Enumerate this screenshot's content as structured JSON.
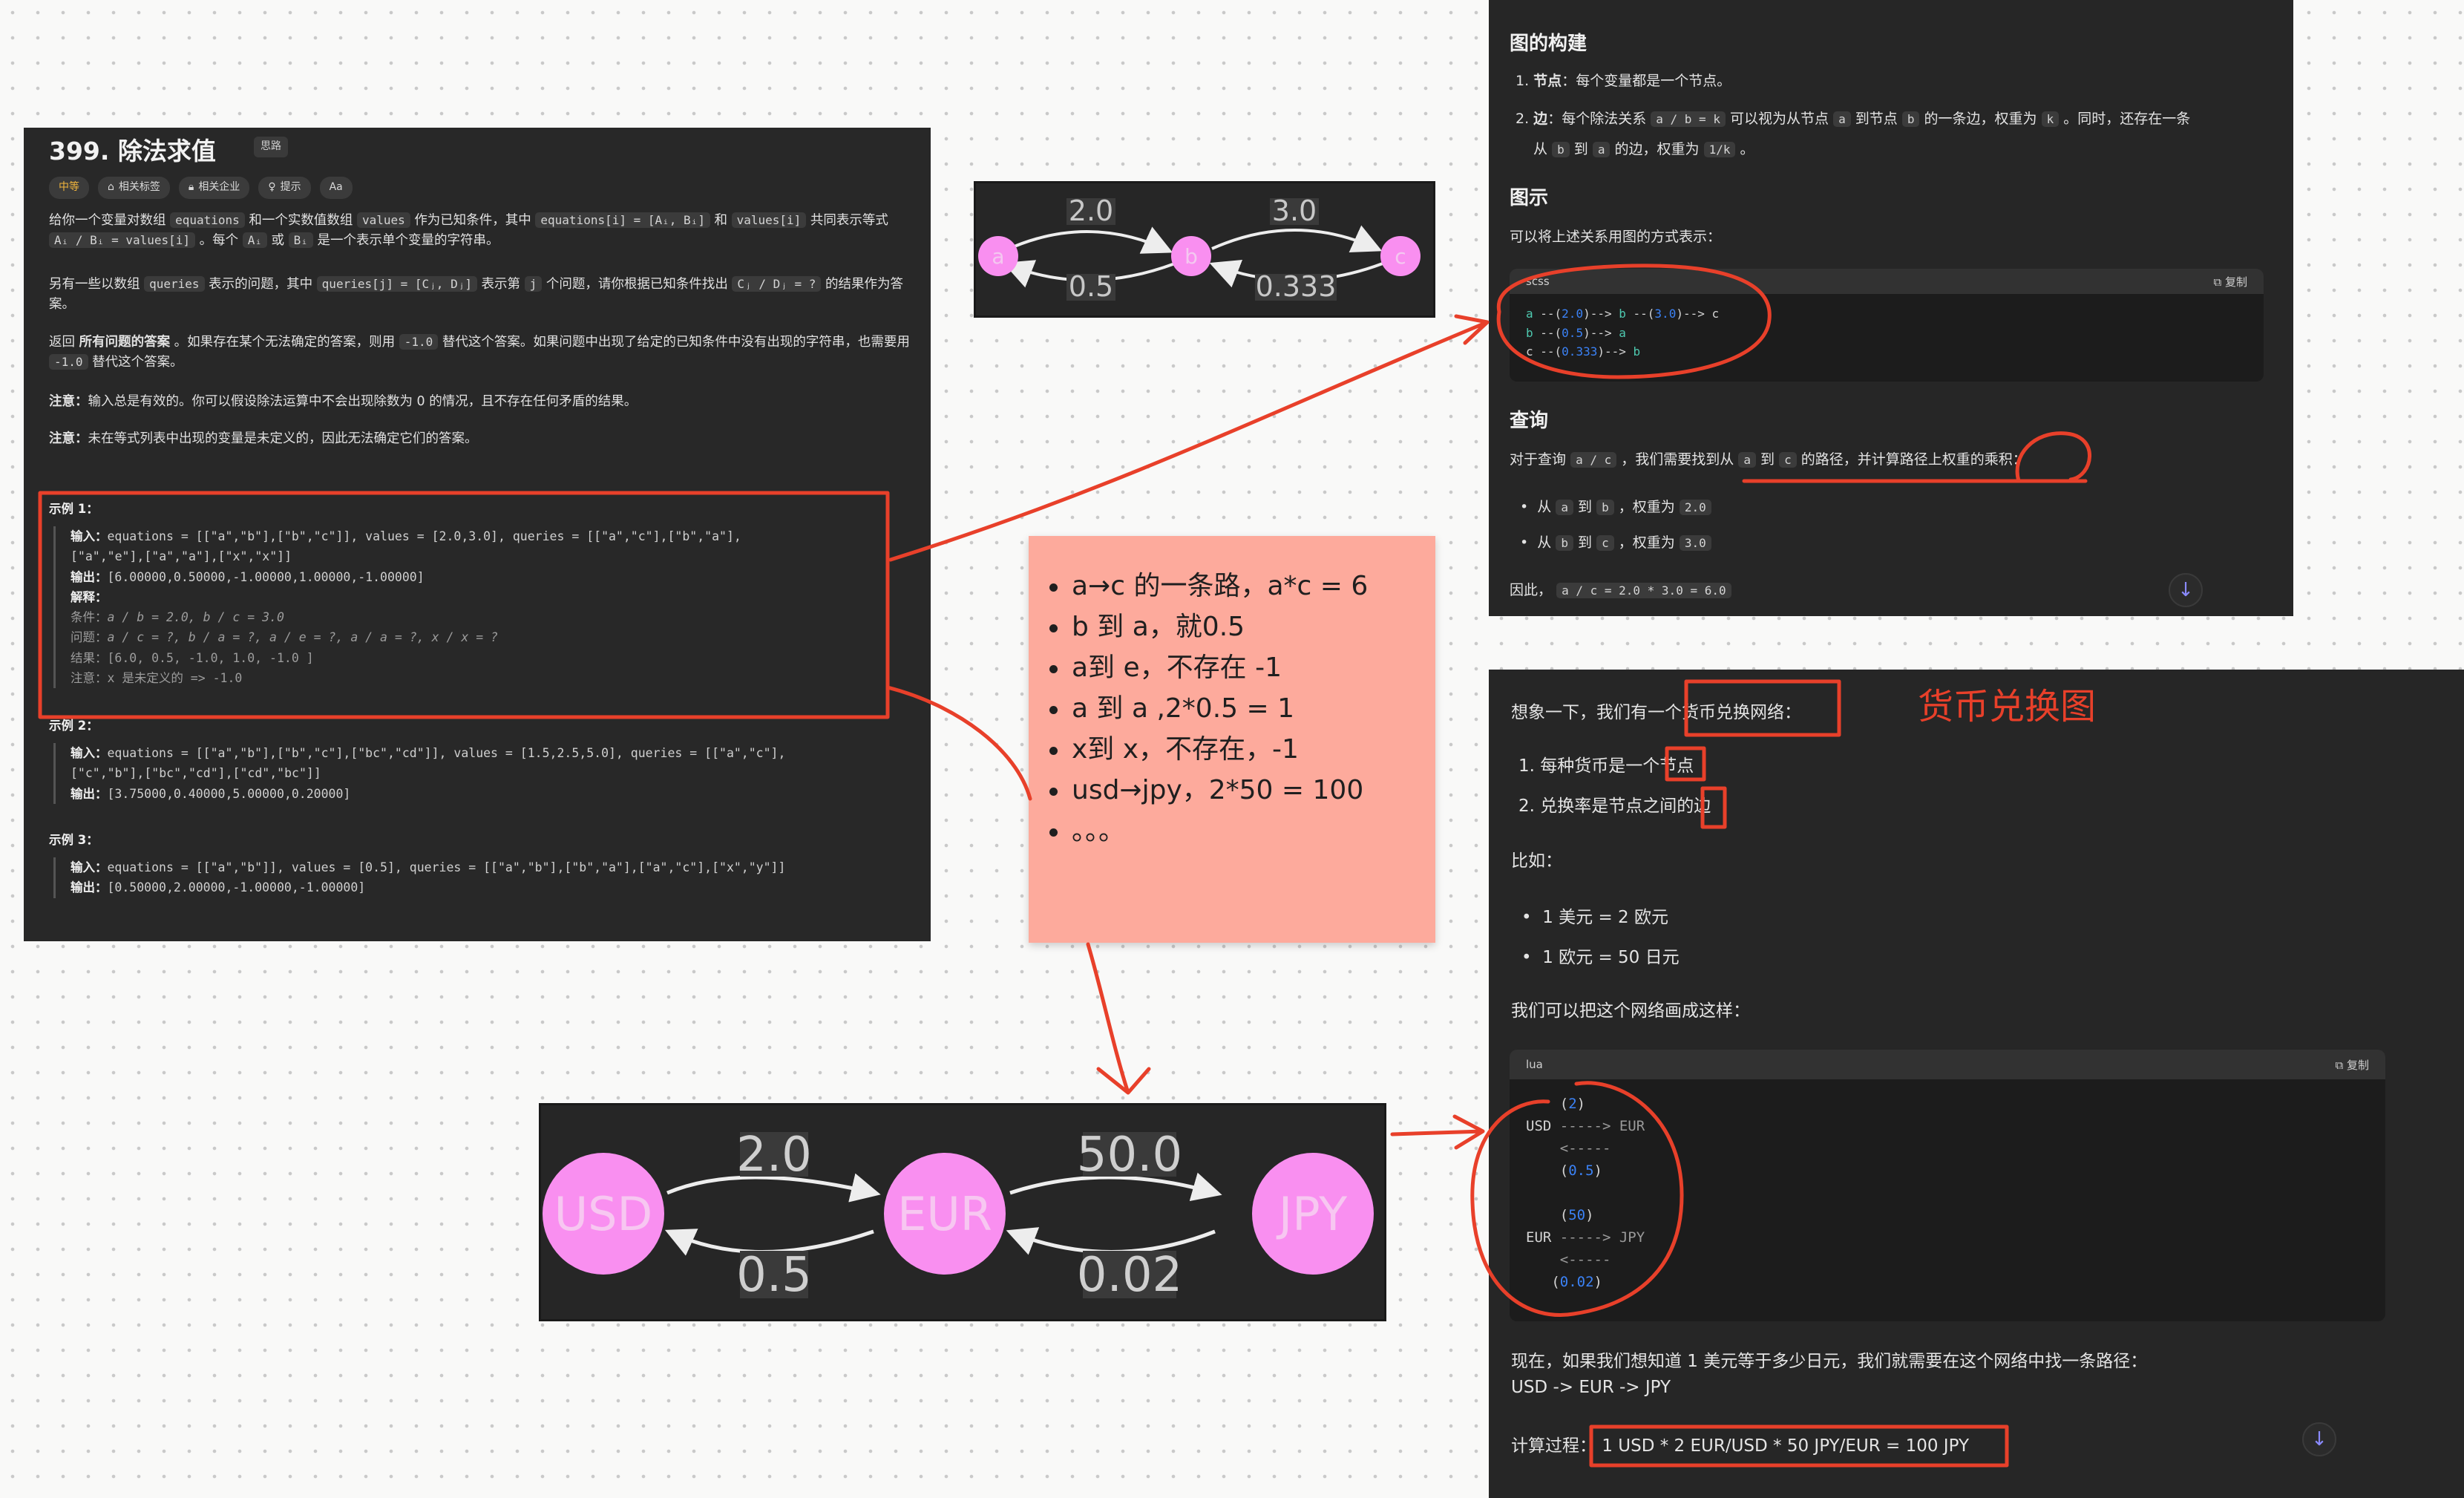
{
  "leetcode": {
    "title": "399. 除法求值",
    "title_tag": "思路",
    "chips": {
      "difficulty": "中等",
      "tags": "相关标签",
      "companies": "相关企业",
      "hint": "提示",
      "font": "Aa"
    },
    "desc1_a": "给你一个变量对数组",
    "desc1_code1": "equations",
    "desc1_b": "和一个实数值数组",
    "desc1_code2": "values",
    "desc1_c": "作为已知条件，其中",
    "desc1_code3": "equations[i] = [Aᵢ, Bᵢ]",
    "desc1_d": "和",
    "desc1_code4": "values[i]",
    "desc1_e": "共同表示等式",
    "desc1_code5": "Aᵢ / Bᵢ = values[i]",
    "desc1_f": "。每个",
    "desc1_code6": "Aᵢ",
    "desc1_g": "或",
    "desc1_code7": "Bᵢ",
    "desc1_h": "是一个表示单个变量的字符串。",
    "desc2_a": "另有一些以数组",
    "desc2_code1": "queries",
    "desc2_b": "表示的问题，其中",
    "desc2_code2": "queries[j] = [Cⱼ, Dⱼ]",
    "desc2_c": "表示第",
    "desc2_code3": "j",
    "desc2_d": "个问题，请你根据已知条件找出",
    "desc2_code4": "Cⱼ / Dⱼ = ?",
    "desc2_e": "的结果作为答案。",
    "desc3_a": "返回",
    "desc3_b": "所有问题的答案",
    "desc3_c": "。如果存在某个无法确定的答案，则用",
    "desc3_code1": "-1.0",
    "desc3_d": "替代这个答案。如果问题中出现了给定的已知条件中没有出现的字符串，也需要用",
    "desc3_code2": "-1.0",
    "desc3_e": "替代这个答案。",
    "note1_k": "注意：",
    "note1_v": "输入总是有效的。你可以假设除法运算中不会出现除数为 0 的情况，且不存在任何矛盾的结果。",
    "note2_k": "注意：",
    "note2_v": "未在等式列表中出现的变量是未定义的，因此无法确定它们的答案。",
    "ex1": {
      "h": "示例 1：",
      "in_k": "输入：",
      "in_v": "equations = [[\"a\",\"b\"],[\"b\",\"c\"]], values = [2.0,3.0], queries = [[\"a\",\"c\"],[\"b\",\"a\"],",
      "in_v2": "[\"a\",\"e\"],[\"a\",\"a\"],[\"x\",\"x\"]]",
      "out_k": "输出：",
      "out_v": "[6.00000,0.50000,-1.00000,1.00000,-1.00000]",
      "exp_k": "解释：",
      "c_k": "条件：",
      "c_v": "a / b = 2.0, b / c = 3.0",
      "q_k": "问题：",
      "q_v": "a / c = ?, b / a = ?, a / e = ?, a / a = ?, x / x = ?",
      "r_k": "结果：",
      "r_v": "[6.0, 0.5, -1.0, 1.0, -1.0 ]",
      "n_k": "注意：",
      "n_v": "x 是未定义的 => -1.0"
    },
    "ex2": {
      "h": "示例 2：",
      "in_k": "输入：",
      "in_v": "equations = [[\"a\",\"b\"],[\"b\",\"c\"],[\"bc\",\"cd\"]], values = [1.5,2.5,5.0], queries = [[\"a\",\"c\"],",
      "in_v2": "[\"c\",\"b\"],[\"bc\",\"cd\"],[\"cd\",\"bc\"]]",
      "out_k": "输出：",
      "out_v": "[3.75000,0.40000,5.00000,0.20000]"
    },
    "ex3": {
      "h": "示例 3：",
      "in_k": "输入：",
      "in_v": "equations = [[\"a\",\"b\"]], values = [0.5], queries = [[\"a\",\"b\"],[\"b\",\"a\"],[\"a\",\"c\"],[\"x\",\"y\"]]",
      "out_k": "输出：",
      "out_v": "[0.50000,2.00000,-1.00000,-1.00000]"
    }
  },
  "graph_small": {
    "nodes": [
      "a",
      "b",
      "c"
    ],
    "ab_fwd": "2.0",
    "ab_back": "0.5",
    "bc_fwd": "3.0",
    "bc_back": "0.333"
  },
  "graph_currency": {
    "nodes": [
      "USD",
      "EUR",
      "JPY"
    ],
    "ue_fwd": "2.0",
    "ue_back": "0.5",
    "ej_fwd": "50.0",
    "ej_back": "0.02"
  },
  "note": {
    "items": [
      "a→c 的一条路，a*c = 6",
      "b 到 a，就0.5",
      "a到 e，不存在 -1",
      "a 到 a ,2*0.5 = 1",
      "x到 x，不存在，-1",
      "usd→jpy，2*50 = 100",
      "。。。"
    ]
  },
  "right_top": {
    "h1": "图的构建",
    "li1_k": "节点",
    "li1_v": "：每个变量都是一个节点。",
    "li2_k": "边",
    "li2_a": "：每个除法关系",
    "li2_code1": "a / b = k",
    "li2_b": "可以视为从节点",
    "li2_code2": "a",
    "li2_c": "到节点",
    "li2_code3": "b",
    "li2_d": "的一条边，权重为",
    "li2_code4": "k",
    "li2_e": "。同时，还存在一条",
    "li2_f": "从",
    "li2_code5": "b",
    "li2_g": "到",
    "li2_code6": "a",
    "li2_h": "的边，权重为",
    "li2_code7": "1/k",
    "li2_i": "。",
    "h2": "图示",
    "p2": "可以将上述关系用图的方式表示：",
    "code_lang": "scss",
    "copy": "复制",
    "code_lines": [
      "a --(2.0)--> b --(3.0)--> c",
      "b --(0.5)--> a",
      "c --(0.333)--> b"
    ],
    "h3": "查询",
    "q_a": "对于查询",
    "q_code1": "a / c",
    "q_b": "，我们需要找到从",
    "q_code2": "a",
    "q_c": "到",
    "q_code3": "c",
    "q_d": "的路径，并计算路径上权重的乘积：",
    "b1_a": "从",
    "b1_c1": "a",
    "b1_b": "到",
    "b1_c2": "b",
    "b1_c": "，权重为",
    "b1_c3": "2.0",
    "b2_a": "从",
    "b2_c1": "b",
    "b2_b": "到",
    "b2_c2": "c",
    "b2_c": "，权重为",
    "b2_c3": "3.0",
    "conc_a": "因此，",
    "conc_code": "a / c = 2.0 * 3.0 = 6.0"
  },
  "right_bottom": {
    "intro_a": "想象一下，我们有一个",
    "intro_hl": "货币兑换网络",
    "intro_b": "：",
    "li1_a": "每种货币是一个",
    "li1_hl": "节点",
    "li2_a": "兑换率是节点之间的",
    "li2_hl": "边",
    "title_red": "货币兑换图",
    "bi": "比如：",
    "b1": "1 美元 = 2 欧元",
    "b2": "1 欧元 = 50 日元",
    "p3": "我们可以把这个网络画成这样：",
    "code_lang": "lua",
    "copy": "复制",
    "p4": "现在，如果我们想知道 1 美元等于多少日元，我们就需要在这个网络中找一条路径：",
    "p5": "USD -> EUR -> JPY",
    "calc_k": "计算过程：",
    "calc_v": "1 USD * 2 EUR/USD * 50 JPY/EUR = 100 JPY"
  },
  "colors": {
    "node": "#f98ff0",
    "annot": "#e8402a",
    "panel": "#282828",
    "note": "#fdaa9c"
  }
}
